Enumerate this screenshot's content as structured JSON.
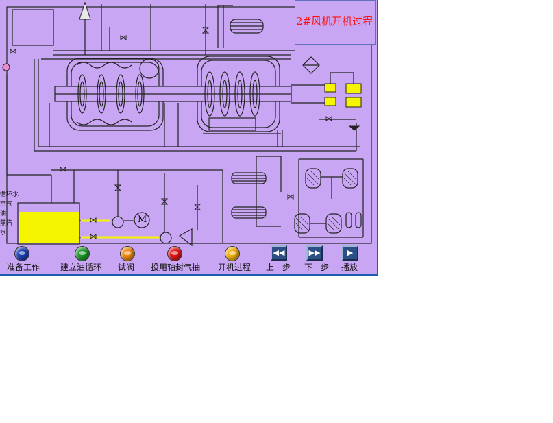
{
  "title": "2#风机开机过程",
  "legend": [
    "循环水",
    "空气",
    "油",
    "蒸汽",
    "水"
  ],
  "motor_label": "M",
  "step_buttons": [
    {
      "label": "准备工作",
      "color": "#1e3fb0"
    },
    {
      "label": "建立油循环",
      "color": "#1f9a2a"
    },
    {
      "label": "试阀",
      "color": "#f08a10"
    },
    {
      "label": "投用轴封气抽",
      "color": "#e01818"
    },
    {
      "label": "开机过程",
      "color": "#f0b010"
    }
  ],
  "nav_buttons": [
    {
      "label": "上一步",
      "icon": "rewind-icon",
      "glyph": "◀◀"
    },
    {
      "label": "下一步",
      "icon": "fast-forward-icon",
      "glyph": "▶▶"
    },
    {
      "label": "播放",
      "icon": "play-icon",
      "glyph": "▶"
    }
  ]
}
